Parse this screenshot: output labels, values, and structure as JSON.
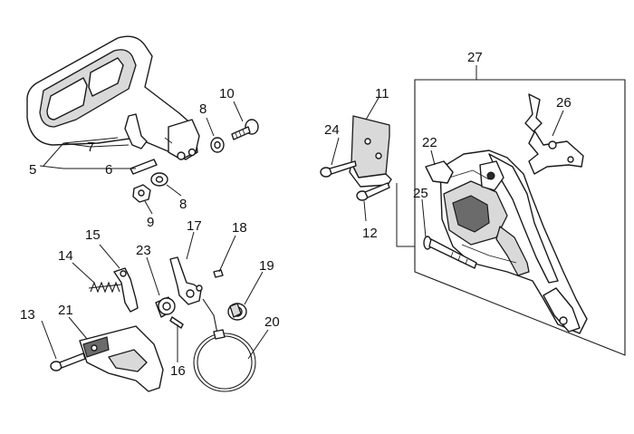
{
  "callouts": {
    "c5": "5",
    "c6": "6",
    "c7": "7",
    "c8a": "8",
    "c8b": "8",
    "c9": "9",
    "c10": "10",
    "c11": "11",
    "c12": "12",
    "c13": "13",
    "c14": "14",
    "c15": "15",
    "c16": "16",
    "c17": "17",
    "c18": "18",
    "c19": "19",
    "c20": "20",
    "c21": "21",
    "c22": "22",
    "c23": "23",
    "c24": "24",
    "c25": "25",
    "c26": "26",
    "c27": "27"
  }
}
